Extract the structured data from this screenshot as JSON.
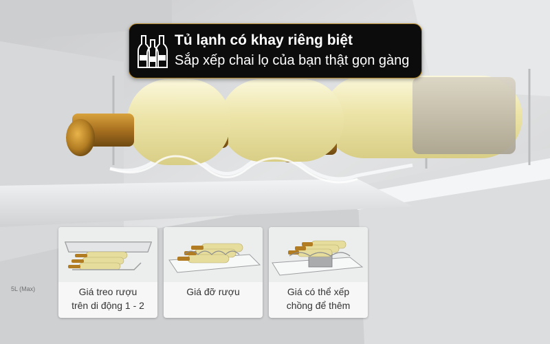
{
  "callout": {
    "icon": "wine-bottles-icon",
    "title": "Tủ lạnh có khay riêng biệt",
    "subtitle": "Sắp xếp chai lọ của bạn thật gọn gàng"
  },
  "capacity_label": "5L (Max)",
  "thumbnails": [
    {
      "line1": "Giá treo rượu",
      "line2": "trên di động 1 - 2"
    },
    {
      "line1": "Giá đỡ rượu",
      "line2": ""
    },
    {
      "line1": "Giá có thể xếp",
      "line2": "chồng để thêm"
    }
  ],
  "colors": {
    "callout_bg": "#0c0c0c",
    "callout_border": "#b98a2a",
    "cap_gold": "#c8962e",
    "wine": "#efe9b9"
  }
}
